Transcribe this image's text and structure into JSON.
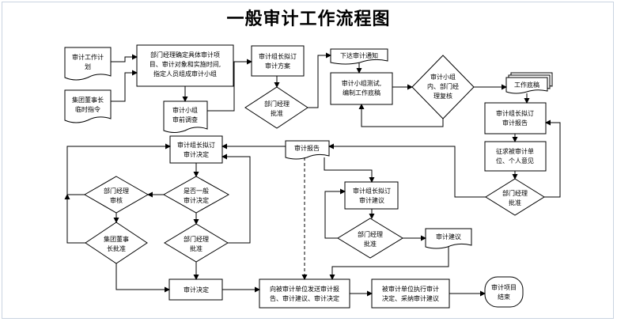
{
  "title": "一般审计工作流程图",
  "nodes": {
    "plan_doc": [
      "审计工作计",
      "划"
    ],
    "chairman_temp": [
      "集团董事长",
      "临时指令"
    ],
    "dept_mgr_confirm": [
      "部门经理确定具体审计项",
      "目、审计对象和实施时间,",
      "指定人员组成审计小组"
    ],
    "team_survey": [
      "审计小组",
      "审前调查"
    ],
    "leader_plan": [
      "审计组长拟订",
      "审计方案"
    ],
    "mgr_approve_plan": [
      "部门经理",
      "批准"
    ],
    "notice": [
      "下达审计通知"
    ],
    "team_test": [
      "审计小组测试,",
      "编制工作底稿"
    ],
    "review": [
      "审计小组",
      "内、部门经",
      "理复核"
    ],
    "working_papers": [
      "工作底稿"
    ],
    "leader_report": [
      "审计组长拟订",
      "审计报告"
    ],
    "solicit": [
      "征求被审计单",
      "位、个人意见"
    ],
    "mgr_approve_report": [
      "部门经理",
      "批准"
    ],
    "audit_report": [
      "审计报告"
    ],
    "leader_decision": [
      "审计组长拟订",
      "审计决定"
    ],
    "general_q": [
      "是否一般",
      "审计决定"
    ],
    "mgr_review": [
      "部门经理",
      "审核"
    ],
    "chairman_approve": [
      "集团董事",
      "长批准"
    ],
    "mgr_approve_decision": [
      "部门经理",
      "批准"
    ],
    "leader_suggest": [
      "审计组长拟订",
      "审计建议"
    ],
    "mgr_approve_suggest": [
      "部门经理",
      "批准"
    ],
    "audit_suggest": [
      "审计建议"
    ],
    "audit_decision": [
      "审计决定"
    ],
    "send": [
      "向被审计单位发送审计报",
      "告、审计建议、审计决定"
    ],
    "execute": [
      "被审计单位执行审计",
      "决定、采纳审计建议"
    ],
    "end": [
      "审计项目",
      "结束"
    ]
  }
}
